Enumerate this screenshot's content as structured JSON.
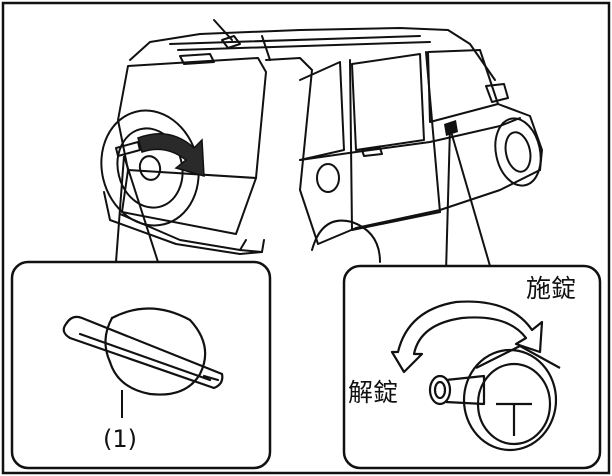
{
  "labels": {
    "lock": "施錠",
    "unlock": "解錠",
    "part_number": "(1)"
  },
  "colors": {
    "line": "#111111",
    "background": "#ffffff",
    "arrow_fill": "#2a2a2a"
  }
}
